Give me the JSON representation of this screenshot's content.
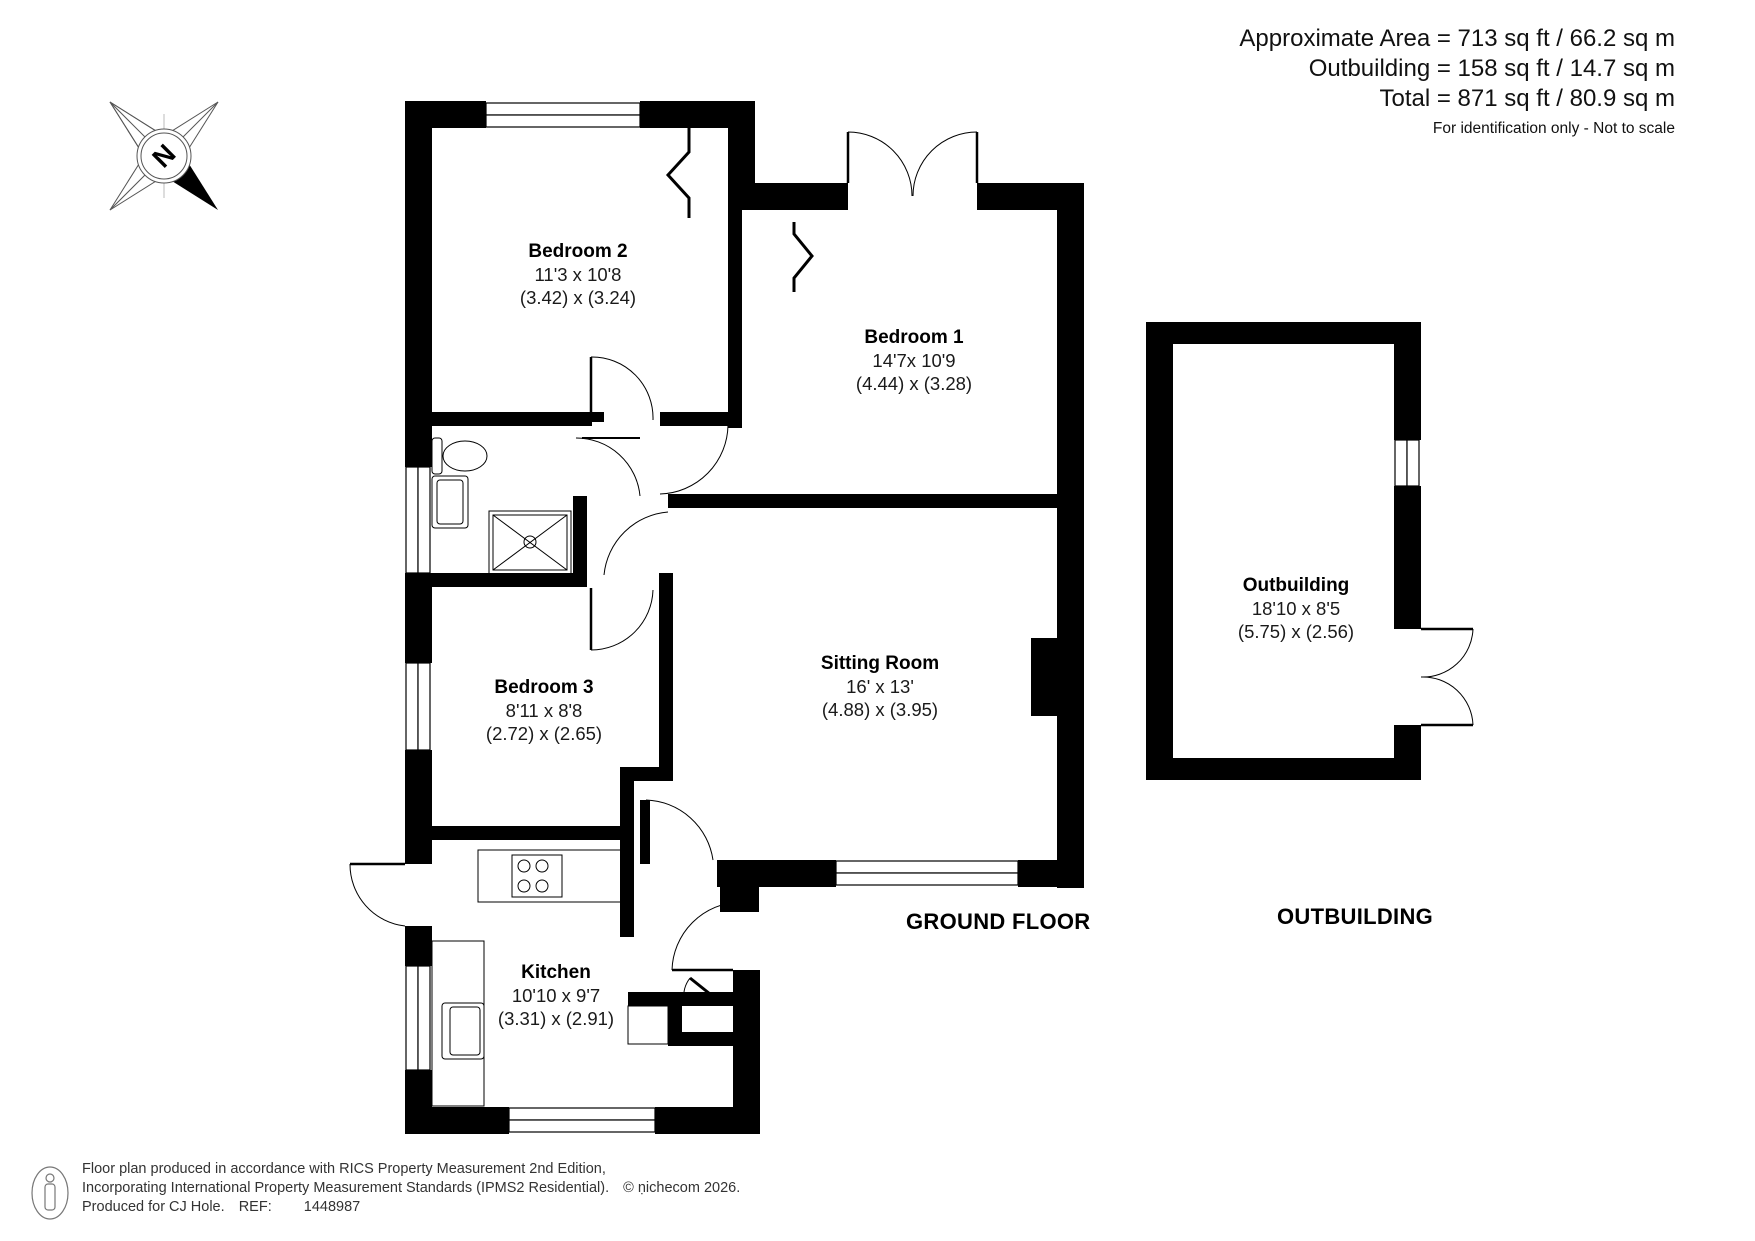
{
  "areas": {
    "approximate_area": "Approximate Area = 713 sq ft / 66.2 sq m",
    "outbuilding": "Outbuilding = 158 sq ft / 14.7 sq m",
    "total": "Total = 871 sq ft / 80.9 sq m",
    "note": "For identification only - Not to scale"
  },
  "compass": {
    "label": "N"
  },
  "rooms": [
    {
      "name": "Bedroom 2",
      "imperial": "11'3 x 10'8",
      "metric": "(3.42) x (3.24)"
    },
    {
      "name": "Bedroom 1",
      "imperial": "14'7x 10'9",
      "metric": "(4.44) x (3.28)"
    },
    {
      "name": "Bedroom 3",
      "imperial": "8'11 x 8'8",
      "metric": "(2.72) x (2.65)"
    },
    {
      "name": "Sitting Room",
      "imperial": "16' x 13'",
      "metric": "(4.88) x (3.95)"
    },
    {
      "name": "Kitchen",
      "imperial": "10'10 x 9'7",
      "metric": "(3.31) x (2.91)"
    },
    {
      "name": "Outbuilding",
      "imperial": "18'10 x 8'5",
      "metric": "(5.75) x (2.56)"
    }
  ],
  "floors": {
    "ground": "GROUND FLOOR",
    "outbuilding": "OUTBUILDING"
  },
  "footer": {
    "line1": "Floor plan produced in accordance with RICS Property Measurement 2nd Edition,",
    "line2": "Incorporating International Property Measurement Standards (IPMS2 Residential).",
    "copyright": "© ṇichecom 2026.",
    "line3_prefix": "Produced for CJ Hole.",
    "ref_label": "REF:",
    "ref_value": "1448987"
  }
}
